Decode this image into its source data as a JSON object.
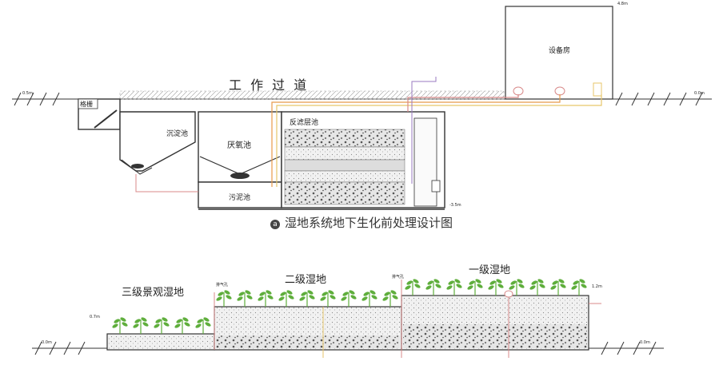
{
  "top_diagram": {
    "corridor_label": "工 作 过 道",
    "equipment_room": "设备房",
    "grille": "格栅",
    "settling_tank": "沉淀池",
    "anoxic_tank": "厌氧池",
    "backwash_layer": "反滤层池",
    "sludge_tank": "污泥池",
    "elev_left": "0.5m",
    "elev_right": "0.0m",
    "elev_tr": "4.8m",
    "elev_bottom": "-3.5m"
  },
  "caption": {
    "badge": "a",
    "text": "湿地系统地下生化前处理设计图"
  },
  "bottom_diagram": {
    "wetland_3": "三级景观湿地",
    "wetland_2": "二级湿地",
    "wetland_1": "一级湿地",
    "exhaust_1": "排气孔",
    "exhaust_2": "排气孔",
    "elev_left": "0.0m",
    "elev_right": "0.0m",
    "elev_w3": "0.7m",
    "elev_w1": "1.2m"
  },
  "colors": {
    "line": "#333333",
    "pipe_orange": "#e89a4a",
    "pipe_yellow": "#e7c66a",
    "pipe_pink": "#d88a8a",
    "pipe_purple": "#9a7ac0",
    "plant_green": "#5fae3c"
  }
}
